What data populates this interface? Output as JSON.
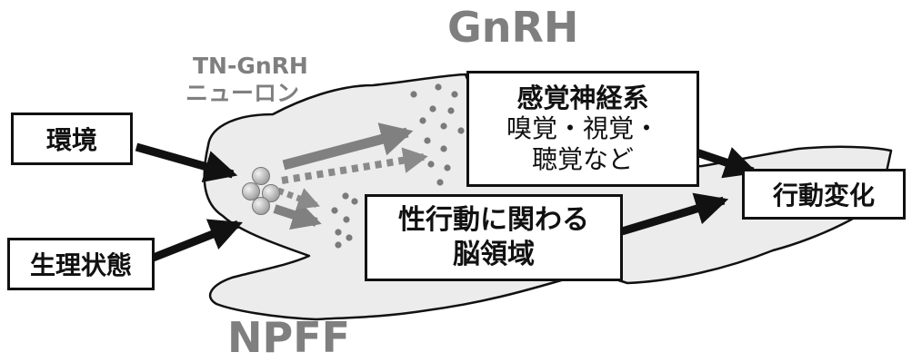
{
  "labels": {
    "gnrh": "GnRH",
    "npff": "NPFF",
    "tn_gnrh_line1": "TN-GnRH",
    "tn_gnrh_line2": "ニューロン"
  },
  "inputs": {
    "environment": "環境",
    "physiology": "生理状態"
  },
  "sensory": {
    "title": "感覚神経系",
    "line1": "嗅覚・視覚・",
    "line2": "聴覚など"
  },
  "sexual": {
    "line1": "性行動に関わる",
    "line2": "脳領域"
  },
  "output": "行動変化",
  "colors": {
    "brain_fill": "#ececec",
    "outline": "#111111",
    "arrow_gray": "#7f7f7f",
    "text_gray": "#7f7f7f"
  }
}
